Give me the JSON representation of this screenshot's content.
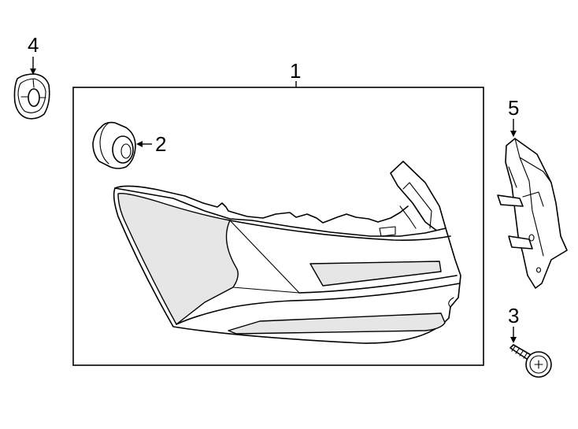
{
  "callouts": {
    "part1": "1",
    "part2": "2",
    "part3": "3",
    "part4": "4",
    "part5": "5"
  },
  "colors": {
    "line": "#000000",
    "background": "#ffffff",
    "shade": "#e6e6e6"
  },
  "parts": [
    {
      "number": "1",
      "icon": "tail-lamp-assembly-icon"
    },
    {
      "number": "2",
      "icon": "grommet-icon"
    },
    {
      "number": "3",
      "icon": "screw-icon"
    },
    {
      "number": "4",
      "icon": "grommet-icon"
    },
    {
      "number": "5",
      "icon": "bracket-icon"
    }
  ]
}
